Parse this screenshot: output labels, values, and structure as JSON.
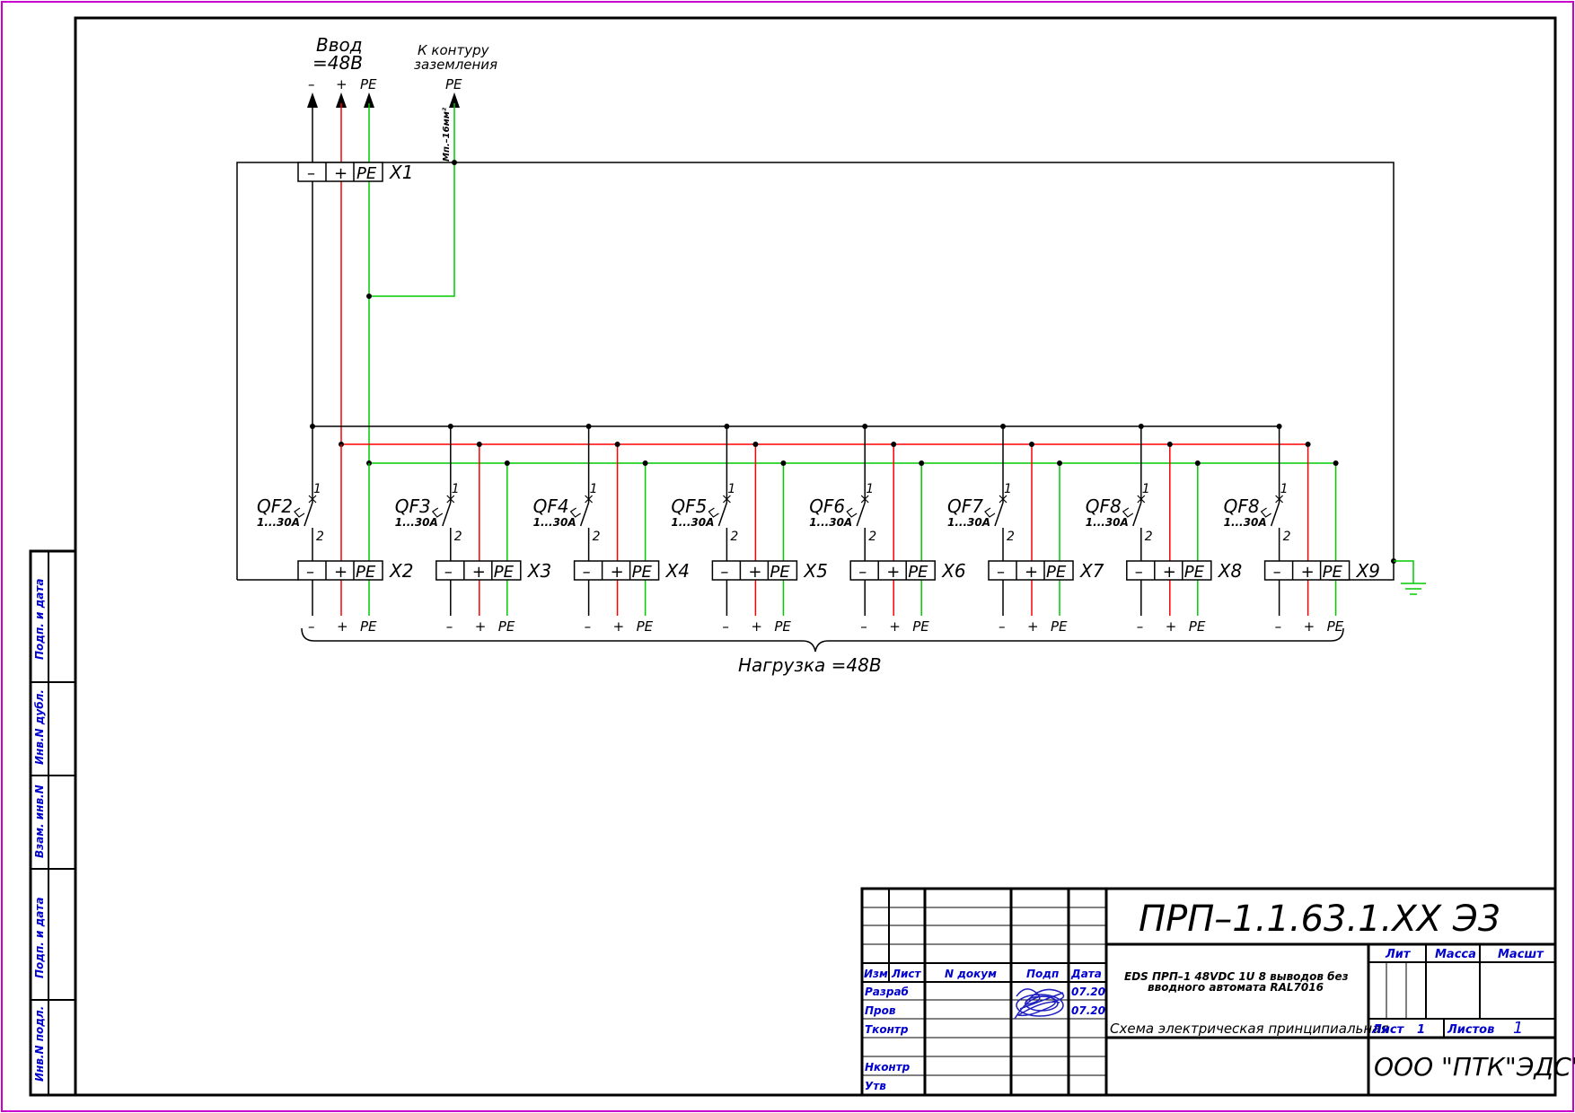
{
  "input": {
    "title_line1": "Ввод",
    "title_line2": "=48В",
    "minus": "–",
    "plus": "+",
    "pe": "PE",
    "ground_title_line1": "К контуру",
    "ground_title_line2": "заземления",
    "ground_pe": "PE",
    "cable_note": "Мп.–16мм²"
  },
  "terminals": {
    "minus": "–",
    "plus": "+",
    "pe": "PE",
    "input_block": "X1"
  },
  "breakers": [
    {
      "name": "QF2",
      "rating": "1...30А",
      "out": "X2"
    },
    {
      "name": "QF3",
      "rating": "1...30А",
      "out": "X3"
    },
    {
      "name": "QF4",
      "rating": "1...30А",
      "out": "X4"
    },
    {
      "name": "QF5",
      "rating": "1...30А",
      "out": "X5"
    },
    {
      "name": "QF6",
      "rating": "1...30А",
      "out": "X6"
    },
    {
      "name": "QF7",
      "rating": "1...30А",
      "out": "X7"
    },
    {
      "name": "QF8",
      "rating": "1...30А",
      "out": "X8"
    },
    {
      "name": "QF8",
      "rating": "1...30А",
      "out": "X9"
    }
  ],
  "breaker_pin_top": "1",
  "breaker_pin_bottom": "2",
  "load_label": "Нагрузка =48В",
  "side_stamp": [
    "Подп. и дата",
    "Инв.N дубл.",
    "Взам. инв.N",
    "Подп. и дата",
    "Инв.N подл."
  ],
  "title_block": {
    "doc_code": "ПРП–1.1.63.1.XX  Э3",
    "description_line1": "EDS ПРП–1 48VDC 1U 8 выводов без",
    "description_line2": "вводного автомата RAL7016",
    "doc_type": "Схема электрическая принципиальная",
    "headers": {
      "izm": "Изм",
      "list": "Лист",
      "ndoc": "N докум",
      "podp": "Подп",
      "data": "Дата"
    },
    "rows": [
      {
        "role": "Разраб",
        "date": "07.20"
      },
      {
        "role": "Пров",
        "date": "07.20"
      },
      {
        "role": "Тконтр",
        "date": ""
      },
      {
        "role": "",
        "date": ""
      },
      {
        "role": "Нконтр",
        "date": ""
      },
      {
        "role": "Утв",
        "date": ""
      }
    ],
    "lit": "Лит",
    "massa": "Масса",
    "masht": "Масшт",
    "sheet_label": "Лист",
    "sheet_value": "1",
    "sheets_label": "Листов",
    "sheets_value": "1",
    "company": "ООО \"ПТК\"ЭДС\""
  },
  "colors": {
    "frame": "#cc00cc",
    "wire_minus": "#000000",
    "wire_plus": "#ff0000",
    "wire_pe": "#00cc00",
    "blue_text": "#0000cc"
  }
}
